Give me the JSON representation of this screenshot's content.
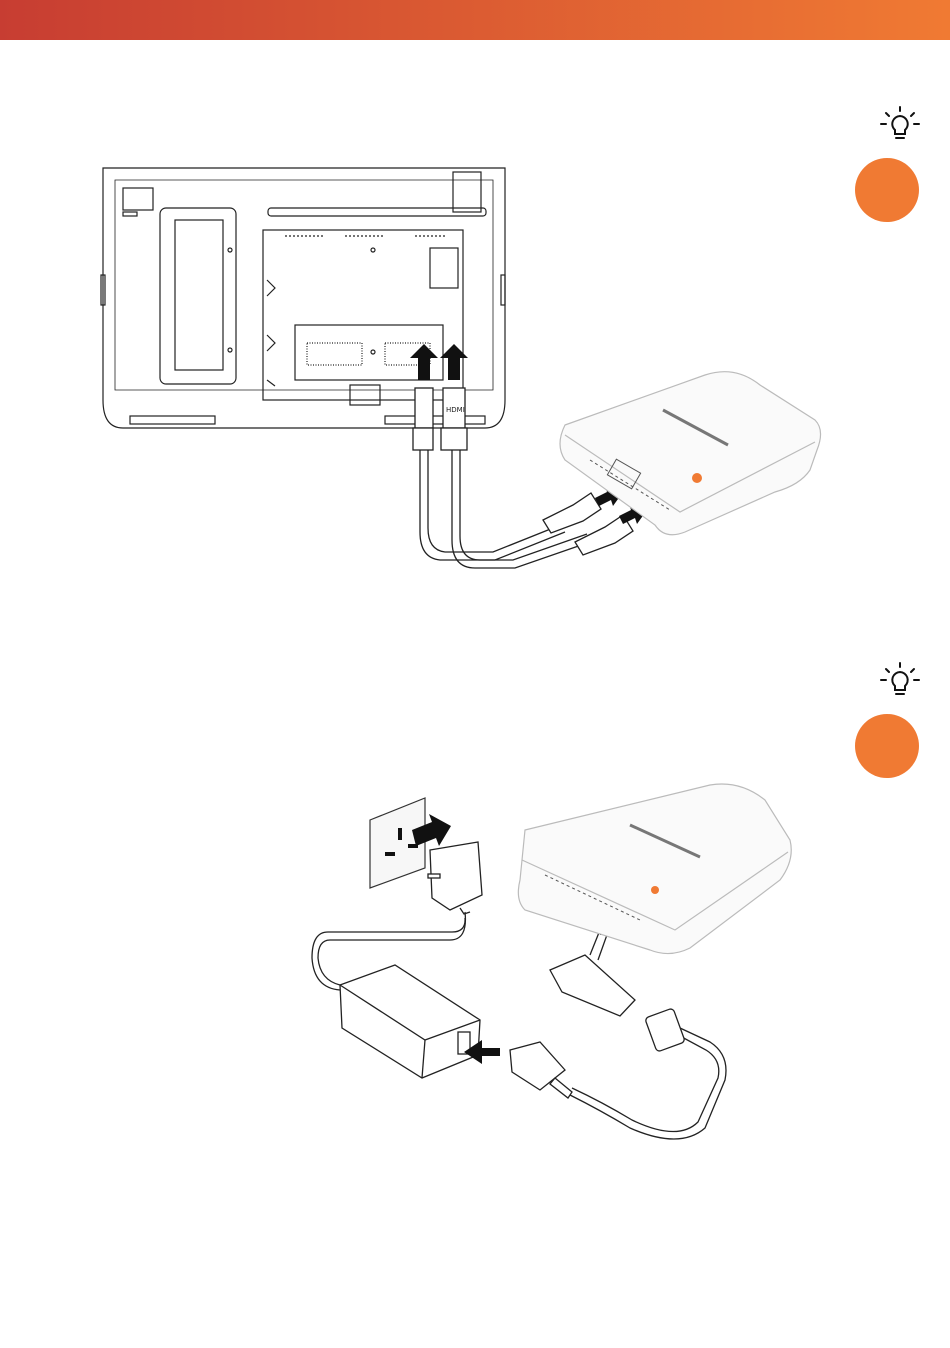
{
  "colors": {
    "bar_start": "#c73d32",
    "bar_end": "#f07a33",
    "badge": "#f07a33",
    "arrow": "#111111",
    "line": "#222222"
  },
  "header": {
    "bar": "orange-gradient-bar"
  },
  "steps": [
    {
      "icon": "lightbulb-icon",
      "badge": "step-badge",
      "figure": "connect-hdmi-usb-illustration",
      "cable_labels": [
        "HDMI"
      ]
    },
    {
      "icon": "lightbulb-icon",
      "badge": "step-badge",
      "figure": "connect-power-adapter-illustration"
    }
  ]
}
